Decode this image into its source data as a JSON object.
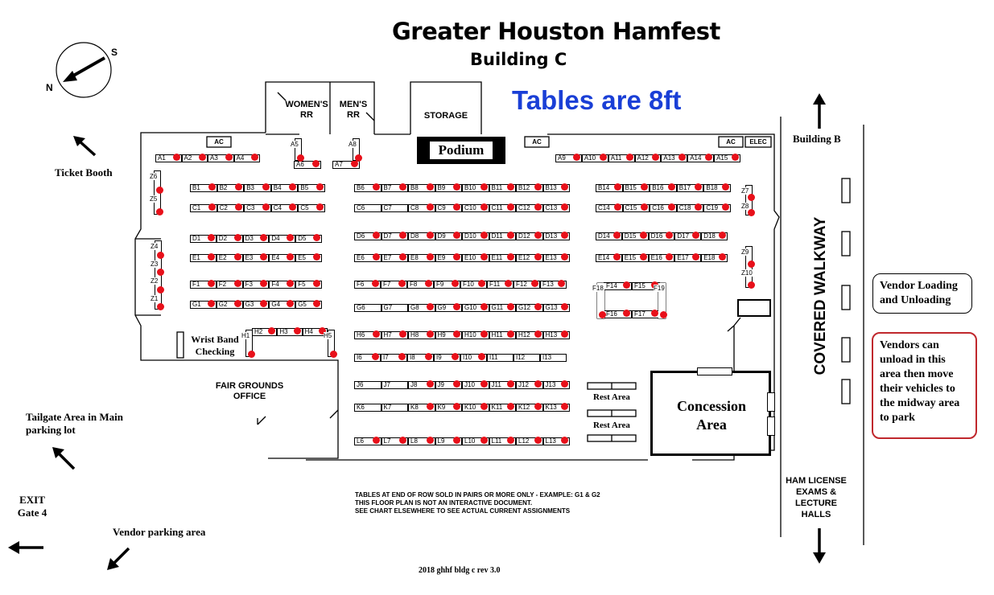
{
  "header": {
    "title": "Greater Houston Hamfest",
    "subtitle": "Building C",
    "tables_note": "Tables are 8ft"
  },
  "colors": {
    "vendor_dot": "#e8101a",
    "tables_note": "#1a3fd6",
    "callout_border": "#c0282d"
  },
  "rooms": {
    "womens_rr": "WOMEN'S RR",
    "mens_rr": "MEN'S RR",
    "storage": "STORAGE",
    "podium": "Podium",
    "ac": "AC",
    "elec": "ELEC",
    "fair_grounds": "FAIR GROUNDS OFFICE",
    "concession": "Concession Area",
    "rest_area": "Rest Area",
    "wrist_band": "Wrist Band Checking",
    "ham_license": "HAM LICENSE EXAMS & LECTURE HALLS"
  },
  "outside": {
    "ticket_booth": "Ticket Booth",
    "tailgate": "Tailgate Area in Main parking lot",
    "exit": "EXIT Gate 4",
    "vendor_parking": "Vendor parking area",
    "building_b": "Building B",
    "covered_walkway": "COVERED WALKWAY",
    "vendor_loading": "Vendor Loading and Unloading",
    "vendors_unload": "Vendors can unload in this area then move their vehicles to the midway area to park"
  },
  "compass": {
    "n": "N",
    "s": "S"
  },
  "icons": {
    "compass": "compass-arrow-icon",
    "direction": "direction-arrow-icon"
  },
  "notes": [
    "TABLES AT END OF ROW SOLD IN PAIRS OR MORE ONLY - EXAMPLE: G1 & G2",
    "THIS FLOOR PLAN IS NOT AN INTERACTIVE DOCUMENT.",
    "SEE CHART ELSEWHERE TO SEE ACTUAL CURRENT ASSIGNMENTS"
  ],
  "revision": "2018 ghhf bldg c rev 3.0",
  "table_rows": [
    {
      "id": "A-left",
      "cells": [
        "A1",
        "A2",
        "A3",
        "A4"
      ],
      "sold": [
        1,
        1,
        1,
        1
      ]
    },
    {
      "id": "A-right",
      "cells": [
        "A9",
        "A10",
        "A11",
        "A12",
        "A13",
        "A14",
        "A15"
      ],
      "sold": [
        1,
        1,
        1,
        1,
        1,
        1,
        1
      ]
    },
    {
      "id": "A5A6",
      "cells": [
        "A6"
      ],
      "sold": [
        1
      ]
    },
    {
      "id": "A7A8",
      "cells": [
        "A7"
      ],
      "sold": [
        1
      ]
    },
    {
      "id": "B-left",
      "cells": [
        "B1",
        "B2",
        "B3",
        "B4",
        "B5"
      ],
      "sold": [
        1,
        1,
        1,
        1,
        1
      ]
    },
    {
      "id": "B-mid",
      "cells": [
        "B6",
        "B7",
        "B8",
        "B9",
        "B10",
        "B11",
        "B12",
        "B13"
      ],
      "sold": [
        1,
        1,
        1,
        1,
        1,
        1,
        1,
        1
      ]
    },
    {
      "id": "B-right",
      "cells": [
        "B14",
        "B15",
        "B16",
        "B17",
        "B18"
      ],
      "sold": [
        1,
        1,
        1,
        1,
        1
      ]
    },
    {
      "id": "C-left",
      "cells": [
        "C1",
        "C2",
        "C3",
        "C4",
        "C5"
      ],
      "sold": [
        1,
        1,
        1,
        1,
        1
      ]
    },
    {
      "id": "C-mid",
      "cells": [
        "C6",
        "C7",
        "C8",
        "C9",
        "C10",
        "C11",
        "C12",
        "C13"
      ],
      "sold": [
        0,
        0,
        1,
        1,
        1,
        1,
        1,
        1
      ]
    },
    {
      "id": "C-right",
      "cells": [
        "C14",
        "C15",
        "C16",
        "C18",
        "C19"
      ],
      "sold": [
        1,
        1,
        1,
        1,
        1
      ]
    },
    {
      "id": "D-left",
      "cells": [
        "D1",
        "D2",
        "D3",
        "D4",
        "D5"
      ],
      "sold": [
        1,
        1,
        1,
        1,
        1
      ]
    },
    {
      "id": "D-mid",
      "cells": [
        "D6",
        "D7",
        "D8",
        "D9",
        "D10",
        "D11",
        "D12",
        "D13"
      ],
      "sold": [
        1,
        1,
        1,
        1,
        1,
        1,
        1,
        1
      ]
    },
    {
      "id": "D-right",
      "cells": [
        "D14",
        "D15",
        "D16",
        "D17",
        "D18"
      ],
      "sold": [
        1,
        1,
        1,
        1,
        1
      ]
    },
    {
      "id": "E-left",
      "cells": [
        "E1",
        "E2",
        "E3",
        "E4",
        "E5"
      ],
      "sold": [
        1,
        1,
        1,
        1,
        1
      ]
    },
    {
      "id": "E-mid",
      "cells": [
        "E6",
        "E7",
        "E8",
        "E9",
        "E10",
        "E11",
        "E12",
        "E13"
      ],
      "sold": [
        1,
        1,
        1,
        1,
        1,
        1,
        1,
        1
      ]
    },
    {
      "id": "E-right",
      "cells": [
        "E14",
        "E15",
        "E16",
        "E17",
        "E18"
      ],
      "sold": [
        1,
        1,
        1,
        1,
        1
      ]
    },
    {
      "id": "F-left",
      "cells": [
        "F1",
        "F2",
        "F3",
        "F4",
        "F5"
      ],
      "sold": [
        1,
        1,
        1,
        1,
        1
      ]
    },
    {
      "id": "F-mid",
      "cells": [
        "F6",
        "F7",
        "F8",
        "F9",
        "F10",
        "F11",
        "F12",
        "F13"
      ],
      "sold": [
        1,
        1,
        1,
        1,
        1,
        1,
        1,
        1
      ]
    },
    {
      "id": "G-left",
      "cells": [
        "G1",
        "G2",
        "G3",
        "G4",
        "G5"
      ],
      "sold": [
        1,
        1,
        1,
        1,
        1
      ]
    },
    {
      "id": "G-mid",
      "cells": [
        "G6",
        "G7",
        "G8",
        "G9",
        "G10",
        "G11",
        "G12",
        "G13"
      ],
      "sold": [
        0,
        0,
        1,
        1,
        1,
        1,
        1,
        1
      ]
    },
    {
      "id": "H-top",
      "cells": [
        "H2",
        "H3",
        "H4"
      ],
      "sold": [
        1,
        1,
        1
      ]
    },
    {
      "id": "H-mid",
      "cells": [
        "H6",
        "H7",
        "H8",
        "H9",
        "H10",
        "H11",
        "H12",
        "H13"
      ],
      "sold": [
        1,
        1,
        1,
        1,
        1,
        1,
        1,
        1
      ]
    },
    {
      "id": "I-mid",
      "cells": [
        "I6",
        "I7",
        "I8",
        "I9",
        "I10",
        "I11",
        "I12",
        "I13"
      ],
      "sold": [
        1,
        1,
        1,
        1,
        1,
        0,
        0,
        0
      ]
    },
    {
      "id": "J-mid",
      "cells": [
        "J6",
        "J7",
        "J8",
        "J9",
        "J10",
        "J11",
        "J12",
        "J13"
      ],
      "sold": [
        0,
        0,
        1,
        1,
        1,
        1,
        1,
        1
      ]
    },
    {
      "id": "K-mid",
      "cells": [
        "K6",
        "K7",
        "K8",
        "K9",
        "K10",
        "K11",
        "K12",
        "K13"
      ],
      "sold": [
        0,
        0,
        1,
        1,
        1,
        1,
        1,
        1
      ]
    },
    {
      "id": "L-mid",
      "cells": [
        "L6",
        "L7",
        "L8",
        "L9",
        "L10",
        "L11",
        "L12",
        "L13"
      ],
      "sold": [
        1,
        1,
        1,
        1,
        1,
        1,
        1,
        1
      ]
    },
    {
      "id": "F-island-top",
      "cells": [
        "F14",
        "F15"
      ],
      "sold": [
        1,
        1
      ]
    },
    {
      "id": "F-island-bottom",
      "cells": [
        "F16",
        "F17"
      ],
      "sold": [
        1,
        1
      ]
    }
  ],
  "vertical_tables": [
    {
      "id": "Z5Z6",
      "labels": [
        "Z6",
        "Z5"
      ],
      "sold": [
        1,
        1
      ]
    },
    {
      "id": "Z1Z4",
      "labels": [
        "Z4",
        "Z3",
        "Z2",
        "Z1"
      ],
      "sold": [
        1,
        1,
        1,
        1
      ]
    },
    {
      "id": "Z7Z8",
      "labels": [
        "Z7",
        "Z8"
      ],
      "sold": [
        1,
        1
      ]
    },
    {
      "id": "Z9Z10",
      "labels": [
        "Z9",
        "Z10"
      ],
      "sold": [
        1,
        1
      ]
    },
    {
      "id": "A5",
      "labels": [
        "A5"
      ],
      "sold": [
        1
      ]
    },
    {
      "id": "A8",
      "labels": [
        "A8"
      ],
      "sold": [
        1
      ]
    },
    {
      "id": "H1",
      "labels": [
        "H1"
      ],
      "sold": [
        1
      ]
    },
    {
      "id": "H5",
      "labels": [
        "H5"
      ],
      "sold": [
        1
      ]
    },
    {
      "id": "F18",
      "labels": [
        "F18"
      ],
      "sold": [
        1
      ]
    },
    {
      "id": "F19",
      "labels": [
        "F19"
      ],
      "sold": [
        1
      ]
    }
  ]
}
